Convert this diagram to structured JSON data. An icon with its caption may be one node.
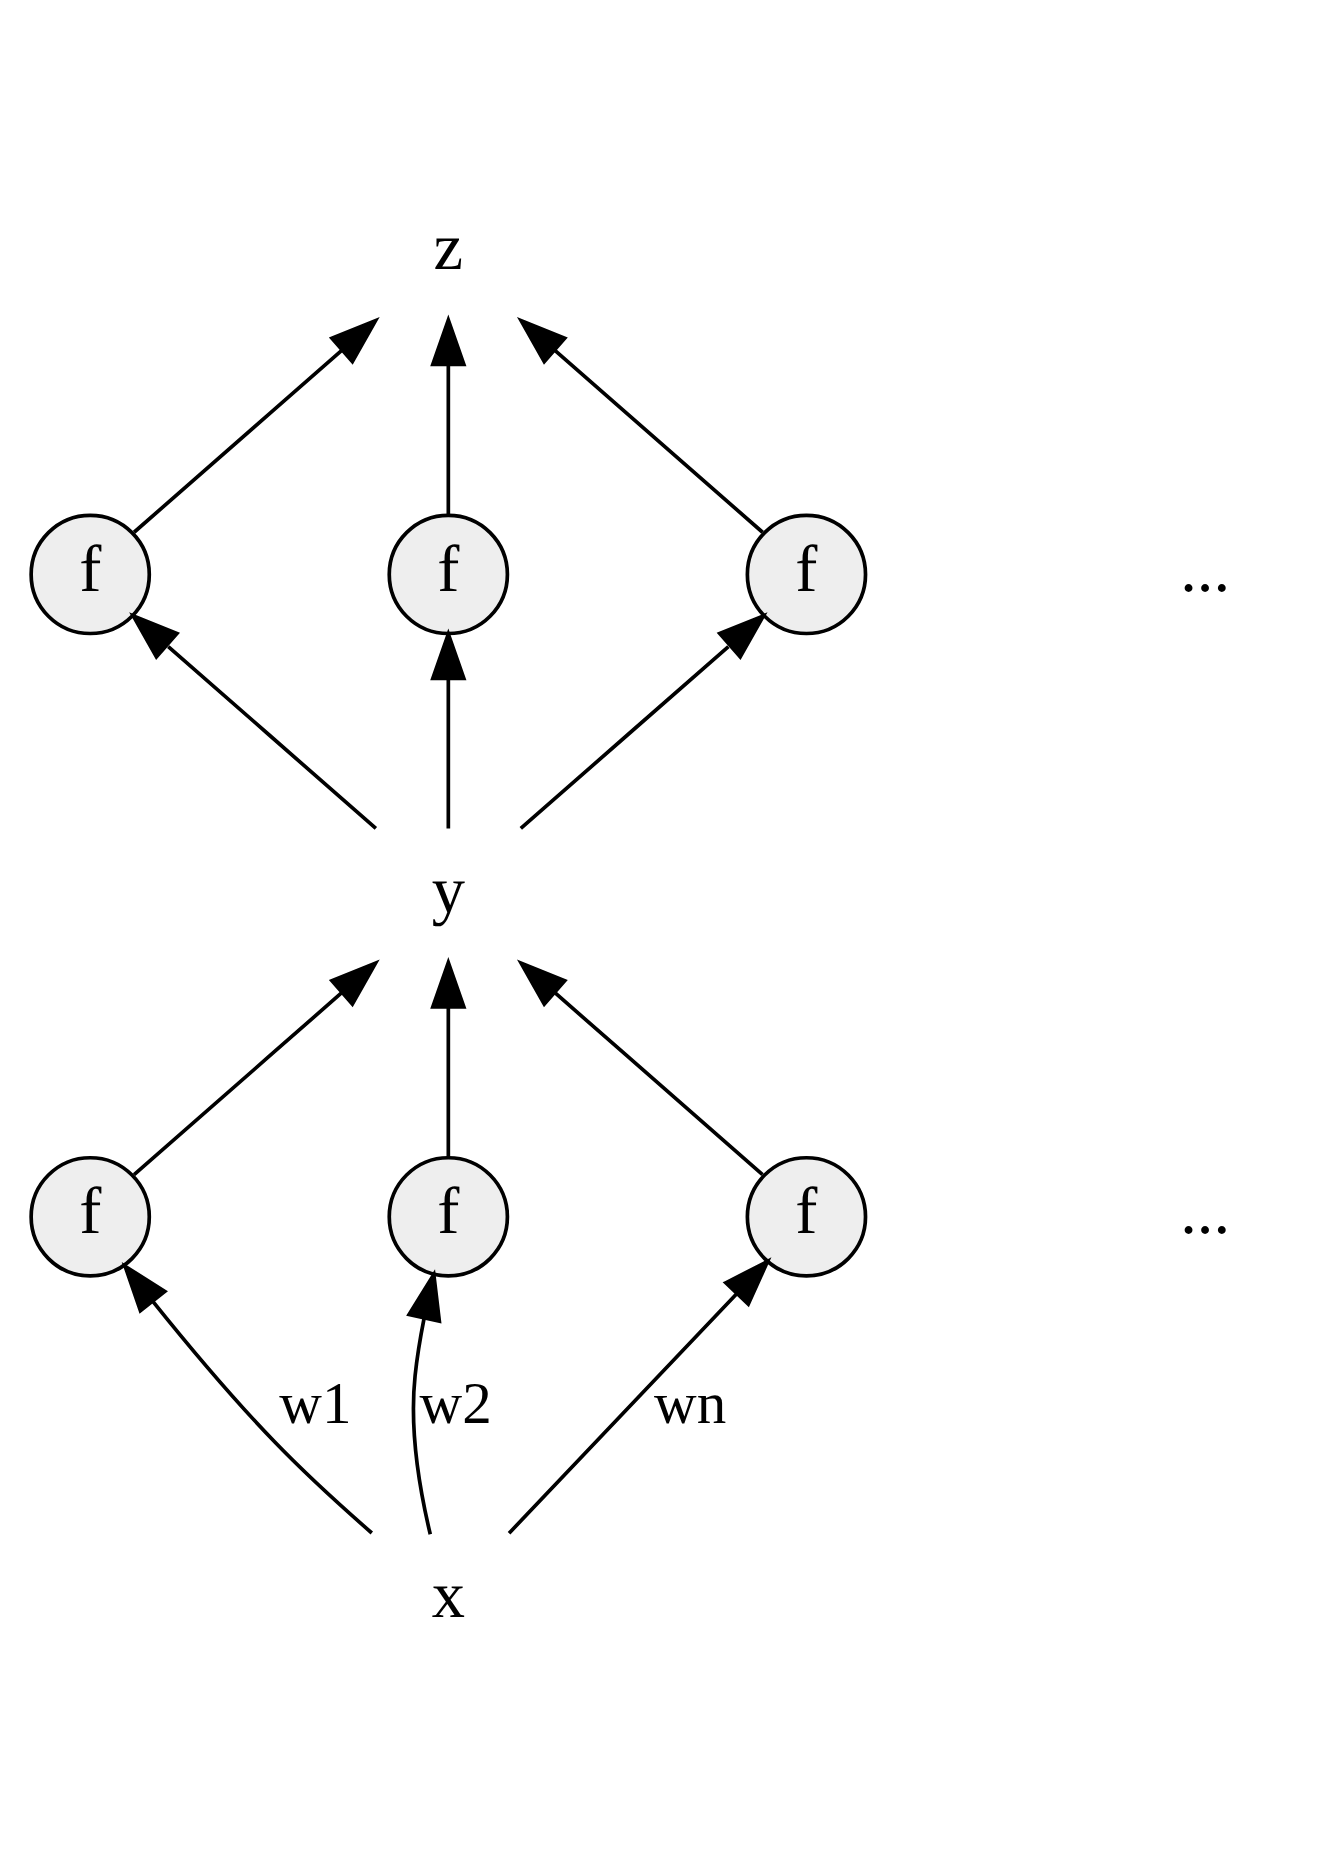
{
  "diagram": {
    "nodes": [
      {
        "text": [
          "z"
        ]
      },
      {
        "text": [
          "f"
        ]
      },
      {
        "text": [
          "f"
        ]
      },
      {
        "text": [
          "f"
        ]
      },
      {
        "text": [
          "y"
        ]
      },
      {
        "text": [
          "f"
        ]
      },
      {
        "text": [
          "f"
        ]
      },
      {
        "text": [
          "f"
        ]
      },
      {
        "text": [
          "x"
        ]
      }
    ],
    "edges": [
      {
        "from": 8,
        "to": 5,
        "arrow": "to",
        "label": "w1"
      },
      {
        "from": 8,
        "to": 6,
        "arrow": "to",
        "label": "w2"
      },
      {
        "from": 8,
        "to": 7,
        "arrow": "to",
        "label": "wn"
      },
      {
        "from": 5,
        "to": 4,
        "arrow": "to"
      },
      {
        "from": 6,
        "to": 4,
        "arrow": "to"
      },
      {
        "from": 7,
        "to": 4,
        "arrow": "to"
      },
      {
        "from": 4,
        "to": 1,
        "arrow": "to"
      },
      {
        "from": 4,
        "to": 2,
        "arrow": "to"
      },
      {
        "from": 4,
        "to": 3,
        "arrow": "to"
      },
      {
        "from": 1,
        "to": 0,
        "arrow": "to"
      },
      {
        "from": 2,
        "to": 0,
        "arrow": "to"
      },
      {
        "from": 3,
        "to": 0,
        "arrow": "to"
      }
    ],
    "labels": [
      "...",
      "..."
    ]
  }
}
